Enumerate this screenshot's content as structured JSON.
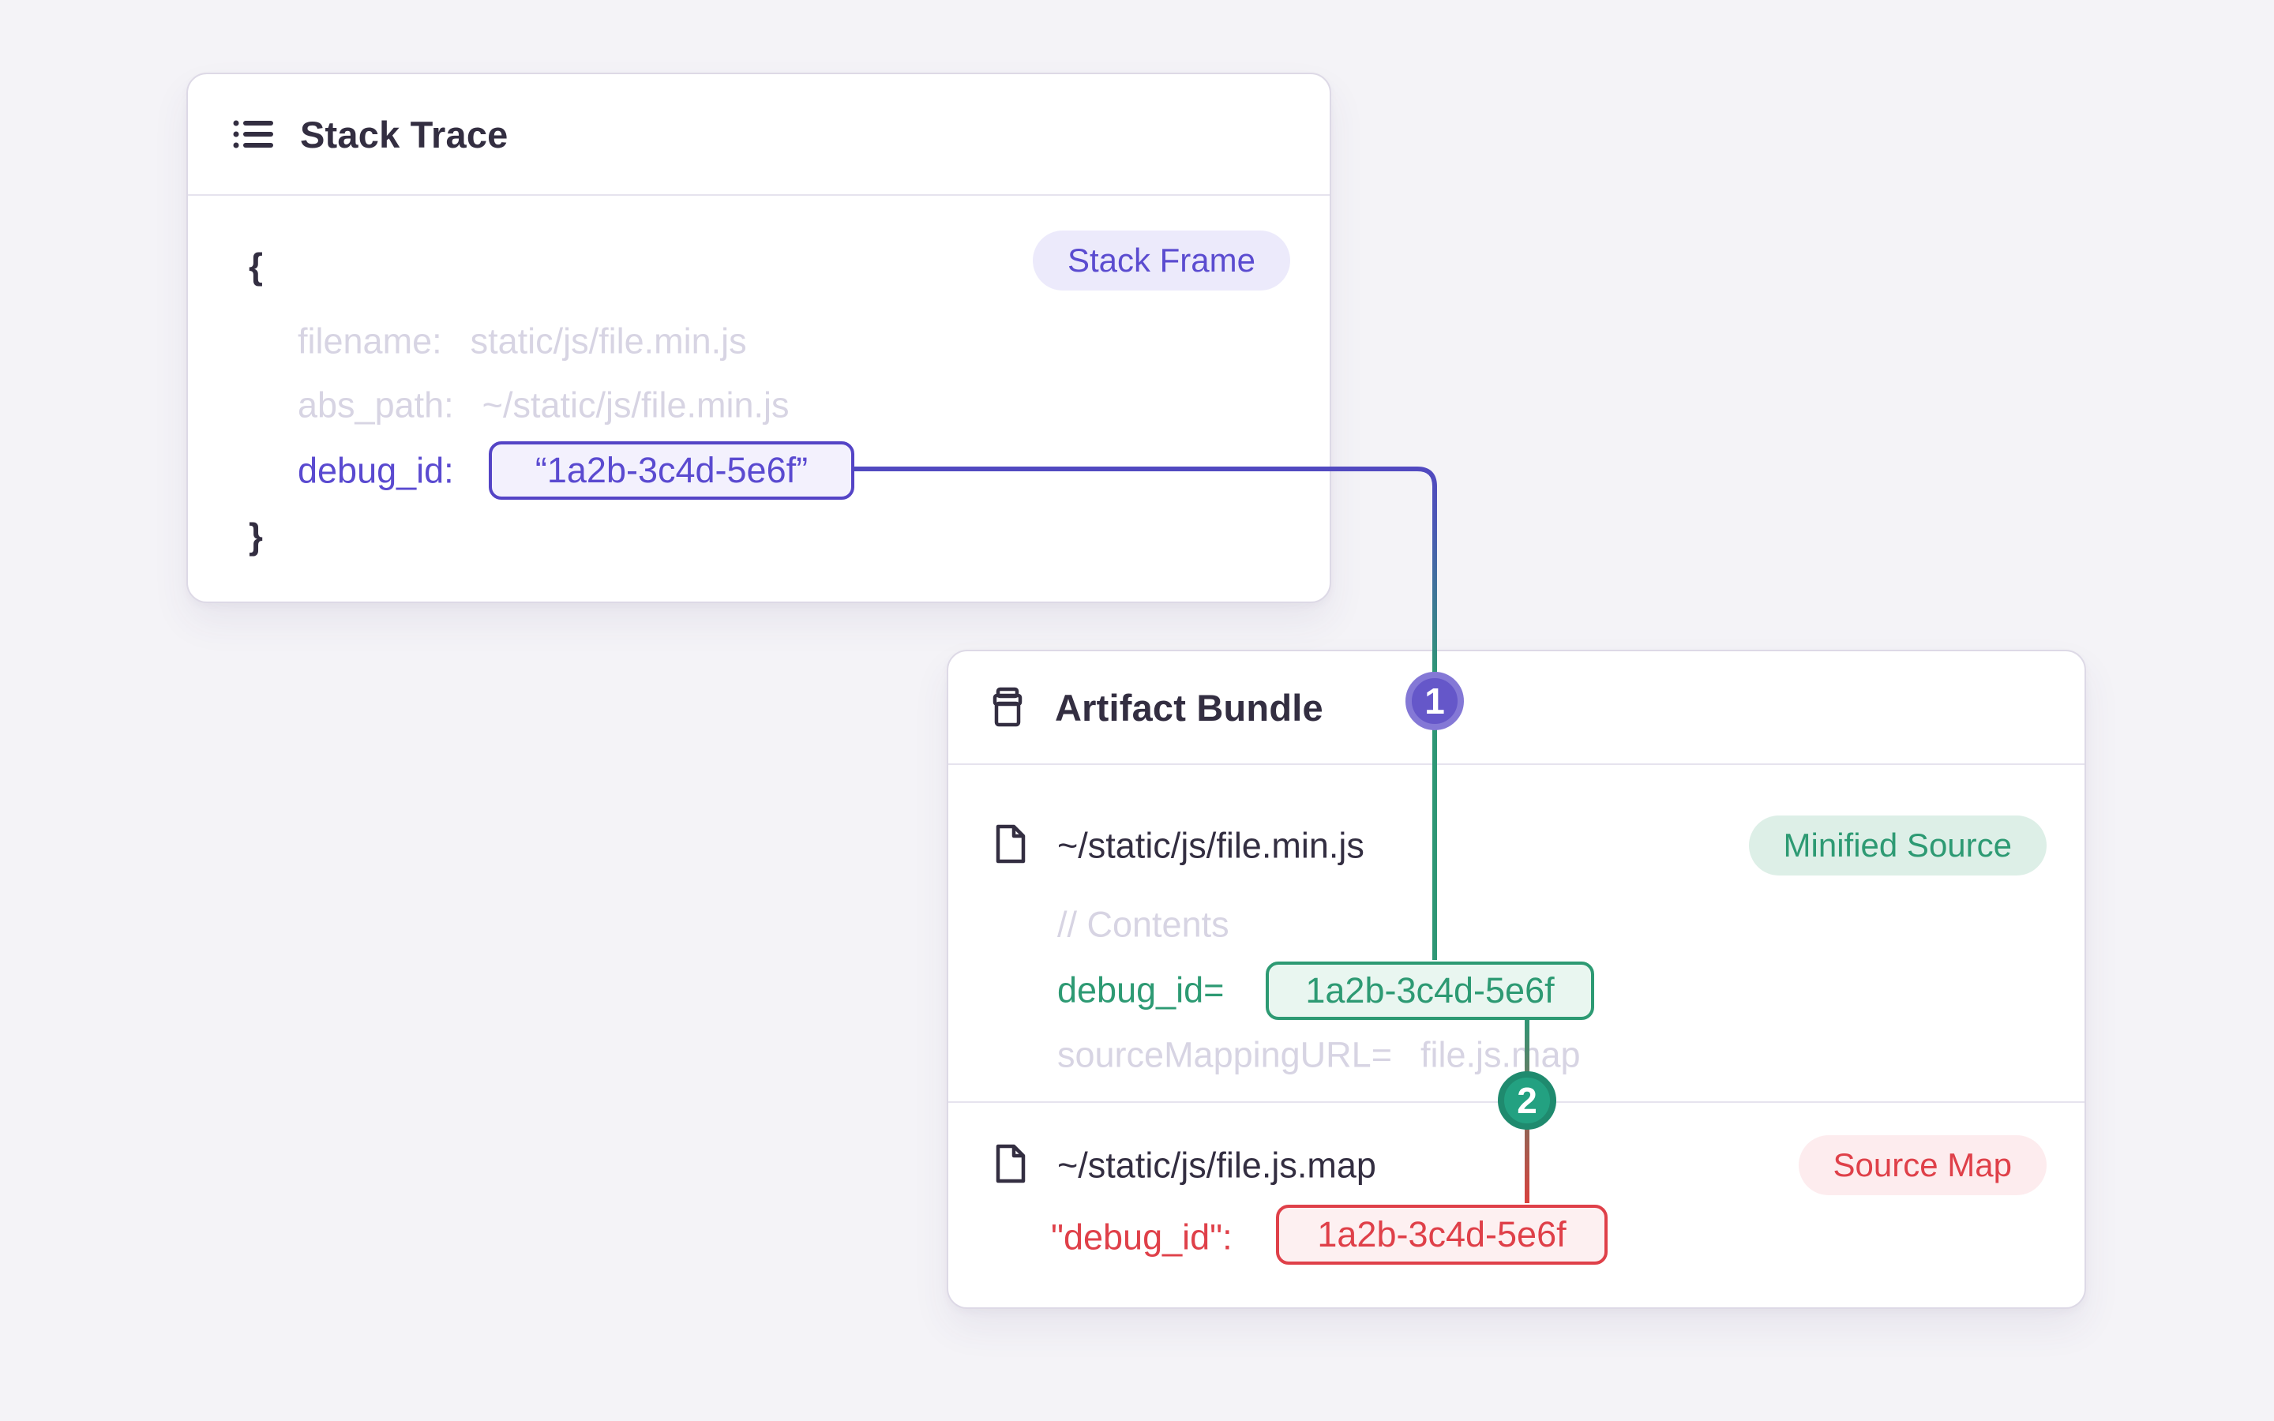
{
  "page": {
    "background": "#f4f3f7"
  },
  "stack_trace_card": {
    "title": "Stack Trace",
    "header_icon": "list-icon",
    "badge": "Stack Frame",
    "open_brace": "{",
    "close_brace": "}",
    "rows": {
      "filename": {
        "label": "filename:",
        "value": "static/js/file.min.js"
      },
      "abs_path": {
        "label": "abs_path:",
        "value": "~/static/js/file.min.js"
      },
      "debug_id": {
        "label": "debug_id:",
        "value": "“1a2b-3c4d-5e6f”"
      }
    }
  },
  "artifact_bundle_card": {
    "title": "Artifact Bundle",
    "header_icon": "archive-icon",
    "minified_file": {
      "icon": "file-icon",
      "path": "~/static/js/file.min.js",
      "badge": "Minified Source",
      "contents_comment": "// Contents",
      "debug_id_label": "debug_id=",
      "debug_id_value": "1a2b-3c4d-5e6f",
      "source_mapping_label": "sourceMappingURL=",
      "source_mapping_value": "file.js.map"
    },
    "source_map_file": {
      "icon": "file-icon",
      "path": "~/static/js/file.js.map",
      "badge": "Source Map",
      "debug_id_label": "\"debug_id\":",
      "debug_id_value": "1a2b-3c4d-5e6f"
    }
  },
  "connectors": {
    "step1": "1",
    "step2": "2"
  },
  "colors": {
    "purple_text": "#5a4ad0",
    "purple_border": "#5444c6",
    "indigo_line": "#5149c0",
    "green": "#2d9a73",
    "red": "#df4049",
    "dark_text": "#332e41",
    "faint_text": "#d7d4e3",
    "step1_fill": "#6557c9",
    "step1_ring": "#8478d6",
    "step2_fill": "#23a181",
    "step2_ring": "#1f8a6e",
    "card_border": "#ddd9e6"
  }
}
